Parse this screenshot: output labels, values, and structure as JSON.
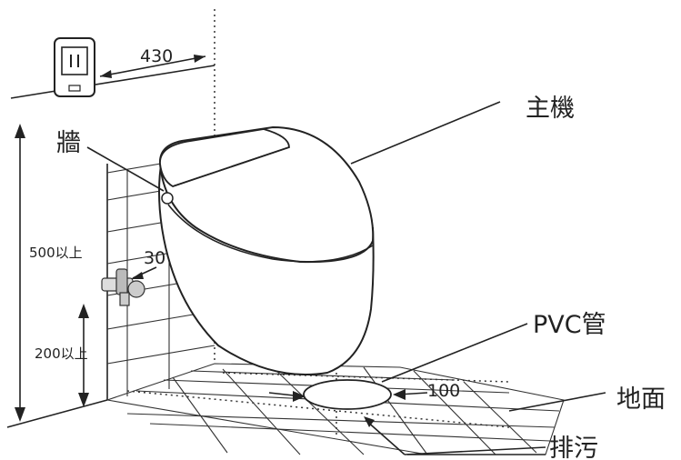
{
  "labels": {
    "main_unit": "主機",
    "wall": "牆",
    "pvc_pipe": "PVC管",
    "floor": "地面",
    "drain": "排污"
  },
  "dimensions": {
    "socket_offset": "430",
    "socket_height": "500以上",
    "valve_height": "200以上",
    "valve_offset": "30",
    "drain_offset": "100"
  }
}
